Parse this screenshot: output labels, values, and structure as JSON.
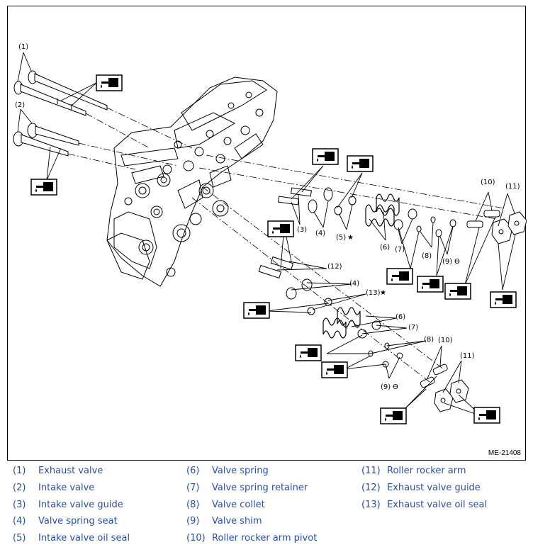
{
  "diagram": {
    "callouts": [
      "(1)",
      "(2)",
      "(3)",
      "(4)",
      "(5)",
      "(6)",
      "(7)",
      "(8)",
      "(9)",
      "(10)",
      "(11)",
      "(12)",
      "(4)",
      "(13)",
      "(6)",
      "(7)",
      "(8)",
      "(10)",
      "(11)",
      "(9)"
    ],
    "symbols": {
      "star": "★",
      "theta": "ϴ"
    },
    "code": "ME-21408"
  },
  "legend": {
    "col1": [
      {
        "num": "(1)",
        "label": "Exhaust valve"
      },
      {
        "num": "(2)",
        "label": "Intake valve"
      },
      {
        "num": "(3)",
        "label": "Intake valve guide"
      },
      {
        "num": "(4)",
        "label": "Valve spring seat"
      },
      {
        "num": "(5)",
        "label": "Intake valve oil seal"
      }
    ],
    "col2": [
      {
        "num": "(6)",
        "label": "Valve spring"
      },
      {
        "num": "(7)",
        "label": "Valve spring retainer"
      },
      {
        "num": "(8)",
        "label": "Valve collet"
      },
      {
        "num": "(9)",
        "label": "Valve shim"
      },
      {
        "num": "(10)",
        "label": "Roller rocker arm pivot"
      }
    ],
    "col3": [
      {
        "num": "(11)",
        "label": "Roller rocker arm"
      },
      {
        "num": "(12)",
        "label": "Exhaust valve guide"
      },
      {
        "num": "(13)",
        "label": "Exhaust valve oil seal"
      }
    ]
  },
  "colors": {
    "legend_text": "#2a4fb0",
    "line": "#000000"
  }
}
